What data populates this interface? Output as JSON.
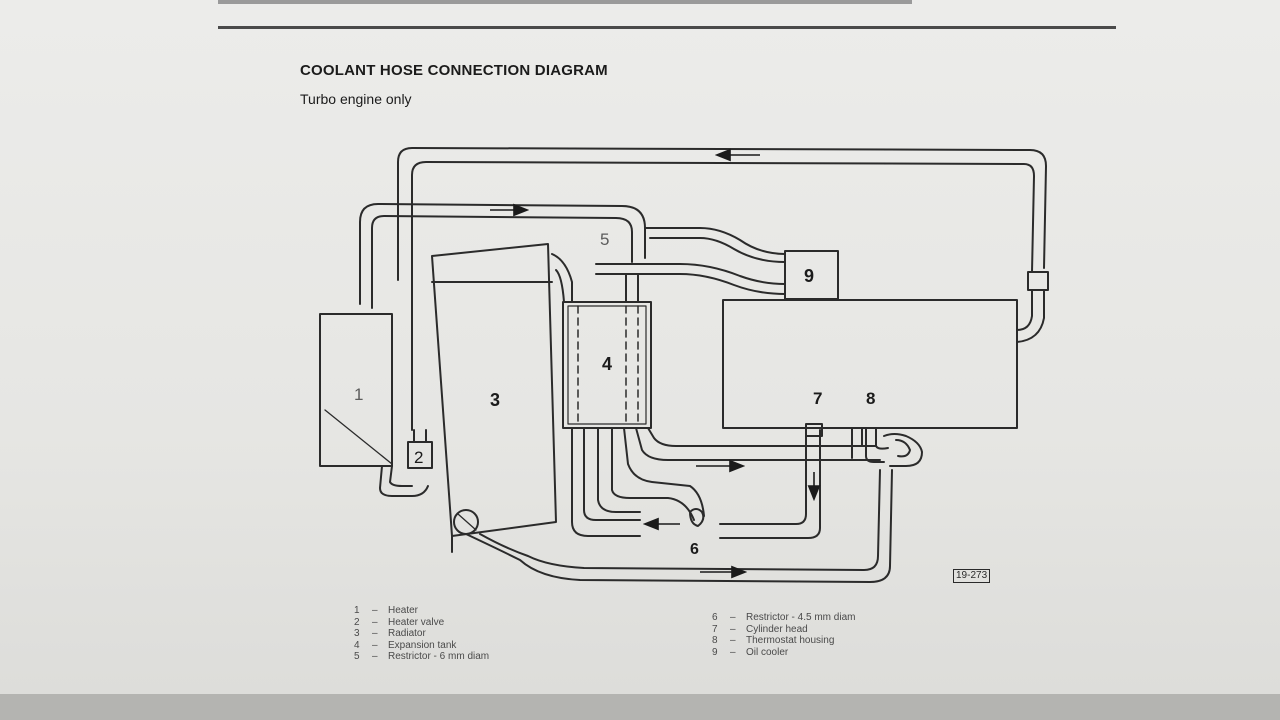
{
  "title": "COOLANT HOSE CONNECTION DIAGRAM",
  "subtitle": "Turbo engine only",
  "figure_ref": "19-273",
  "components": {
    "c1": "1",
    "c2": "2",
    "c3": "3",
    "c4": "4",
    "c5": "5",
    "c6": "6",
    "c7": "7",
    "c8": "8",
    "c9": "9"
  },
  "legend_left": [
    {
      "num": "1",
      "label": "Heater"
    },
    {
      "num": "2",
      "label": "Heater valve"
    },
    {
      "num": "3",
      "label": "Radiator"
    },
    {
      "num": "4",
      "label": "Expansion tank"
    },
    {
      "num": "5",
      "label": "Restrictor - 6 mm diam"
    }
  ],
  "legend_right": [
    {
      "num": "6",
      "label": "Restrictor - 4.5 mm diam"
    },
    {
      "num": "7",
      "label": "Cylinder head"
    },
    {
      "num": "8",
      "label": "Thermostat housing"
    },
    {
      "num": "9",
      "label": "Oil cooler"
    }
  ],
  "legend_dash": "–"
}
